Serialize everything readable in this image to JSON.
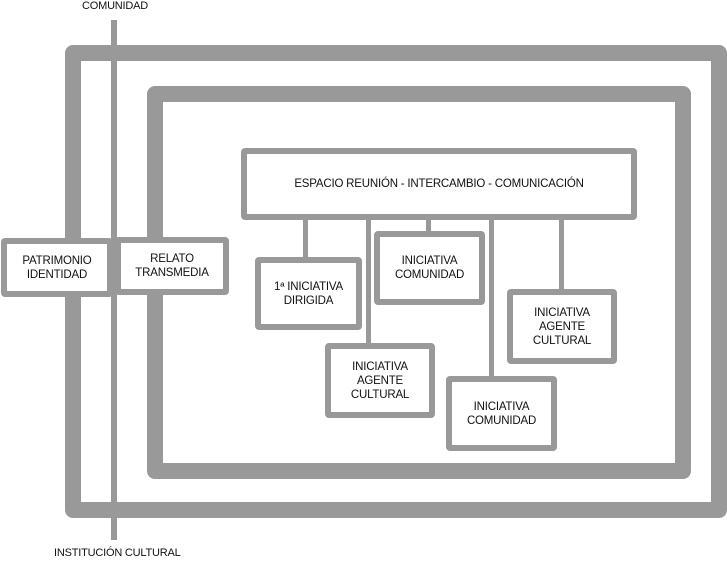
{
  "axis_labels": {
    "top": "COMUNIDAD",
    "bottom": "INSTITUCIÓN CULTURAL"
  },
  "boxes": {
    "patrimonio": "PATRIMONIO\nIDENTIDAD",
    "relato": "RELATO\nTRANSMEDIA",
    "espacio": "ESPACIO REUNIÓN - INTERCAMBIO - COMUNICACIÓN",
    "iniciativa_dirigida": "1ª INICIATIVA\nDIRIGIDA",
    "iniciativa_comunidad_1": "INICIATIVA\nCOMUNIDAD",
    "iniciativa_agente_1": "INICIATIVA\nAGENTE\nCULTURAL",
    "iniciativa_agente_2": "INICIATIVA\nAGENTE\nCULTURAL",
    "iniciativa_comunidad_2": "INICIATIVA\nCOMUNIDAD"
  },
  "colors": {
    "stroke": "#999999",
    "text": "#111111",
    "background": "#ffffff"
  }
}
